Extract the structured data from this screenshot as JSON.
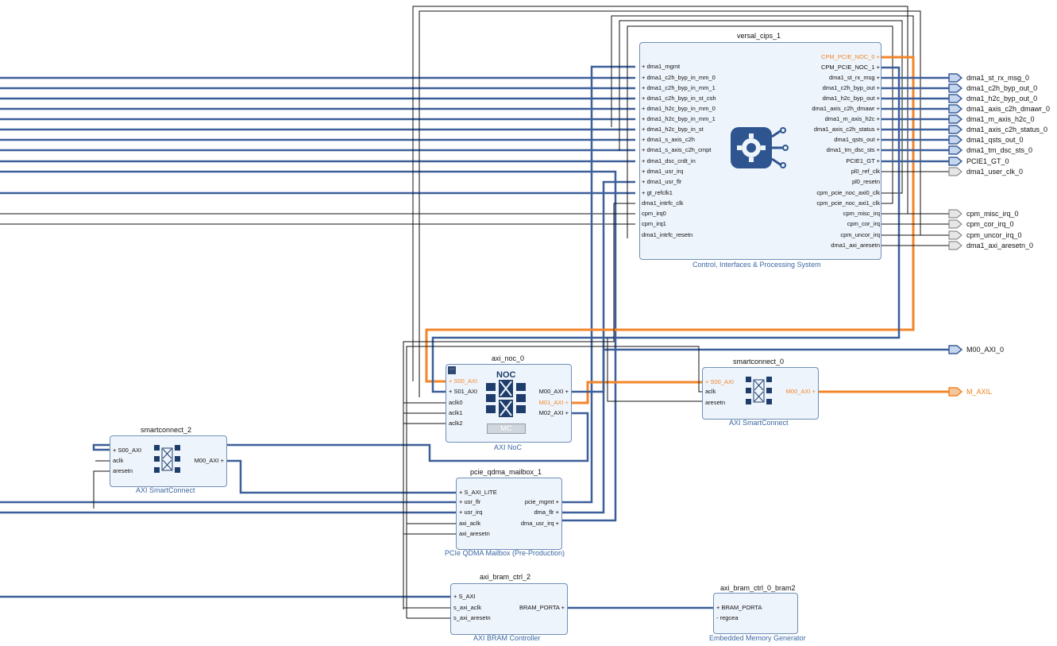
{
  "blocks": {
    "versal_cips": {
      "name": "versal_cips_1",
      "subtitle": "Control, Interfaces & Processing System",
      "left_pins": [
        "dma1_mgmt",
        "dma1_c2h_byp_in_mm_0",
        "dma1_c2h_byp_in_mm_1",
        "dma1_c2h_byp_in_st_csh",
        "dma1_h2c_byp_in_mm_0",
        "dma1_h2c_byp_in_mm_1",
        "dma1_h2c_byp_in_st",
        "dma1_s_axis_c2h",
        "dma1_s_axis_c2h_cmpt",
        "dma1_dsc_crdt_in",
        "dma1_usr_irq",
        "dma1_usr_flr",
        "gt_refclk1",
        "dma1_intrfc_clk",
        "cpm_irq0",
        "cpm_irq1",
        "dma1_intrfc_resetn"
      ],
      "right_pins": [
        "CPM_PCIE_NOC_0",
        "CPM_PCIE_NOC_1",
        "dma1_st_rx_msg",
        "dma1_c2h_byp_out",
        "dma1_h2c_byp_out",
        "dma1_axis_c2h_dmawr",
        "dma1_m_axis_h2c",
        "dma1_axis_c2h_status",
        "dma1_qsts_out",
        "dma1_tm_dsc_sts",
        "PCIE1_GT",
        "pl0_ref_clk",
        "pl0_resetn",
        "cpm_pcie_noc_axi0_clk",
        "cpm_pcie_noc_axi1_clk",
        "cpm_misc_irq",
        "cpm_cor_irq",
        "cpm_uncor_irq",
        "dma1_axi_aresetn"
      ]
    },
    "axi_noc": {
      "name": "axi_noc_0",
      "subtitle": "AXI NoC",
      "title_glyph": "NOC",
      "mc_label": "MC",
      "left_pins": [
        "S00_AXI",
        "S01_AXI",
        "aclk0",
        "aclk1",
        "aclk2"
      ],
      "right_pins": [
        "M00_AXI",
        "M01_AXI",
        "M02_AXI"
      ]
    },
    "smartconnect_0": {
      "name": "smartconnect_0",
      "subtitle": "AXI SmartConnect",
      "left_pins": [
        "S00_AXI",
        "aclk",
        "aresetn"
      ],
      "right_pins": [
        "M00_AXI"
      ]
    },
    "smartconnect_2": {
      "name": "smartconnect_2",
      "subtitle": "AXI SmartConnect",
      "left_pins": [
        "S00_AXI",
        "aclk",
        "aresetn"
      ],
      "right_pins": [
        "M00_AXI"
      ]
    },
    "mailbox": {
      "name": "pcie_qdma_mailbox_1",
      "subtitle": "PCIe QDMA Mailbox (Pre-Production)",
      "left_pins": [
        "S_AXI_LITE",
        "usr_flr",
        "usr_irq",
        "axi_aclk",
        "axi_aresetn"
      ],
      "right_pins": [
        "pcie_mgmt",
        "dma_flr",
        "dma_usr_irq"
      ]
    },
    "bram_ctrl": {
      "name": "axi_bram_ctrl_2",
      "subtitle": "AXI BRAM Controller",
      "left_pins": [
        "S_AXI",
        "s_axi_aclk",
        "s_axi_aresetn"
      ],
      "right_pins": [
        "BRAM_PORTA"
      ]
    },
    "bram": {
      "name": "axi_bram_ctrl_0_bram2",
      "subtitle": "Embedded Memory Generator",
      "left_pins": [
        "BRAM_PORTA",
        "regcea"
      ]
    }
  },
  "external_ports": [
    "dma1_st_rx_msg_0",
    "dma1_c2h_byp_out_0",
    "dma1_h2c_byp_out_0",
    "dma1_axis_c2h_dmawr_0",
    "dma1_m_axis_h2c_0",
    "dma1_axis_c2h_status_0",
    "dma1_qsts_out_0",
    "dma1_tm_dsc_sts_0",
    "PCIE1_GT_0",
    "dma1_user_clk_0",
    "cpm_misc_irq_0",
    "cpm_cor_irq_0",
    "cpm_uncor_irq_0",
    "dma1_axi_aresetn_0",
    "M00_AXI_0",
    "M_AXIL"
  ],
  "colors": {
    "bus": "#3c5f99",
    "highlight": "#f2862a",
    "wire": "#111111",
    "block_fill": "#eef4fb",
    "block_border": "#6f8fb8"
  },
  "icons": [
    "gear-chip-icon",
    "noc-crossbar-icon",
    "smartconnect-crossbar-icon"
  ]
}
